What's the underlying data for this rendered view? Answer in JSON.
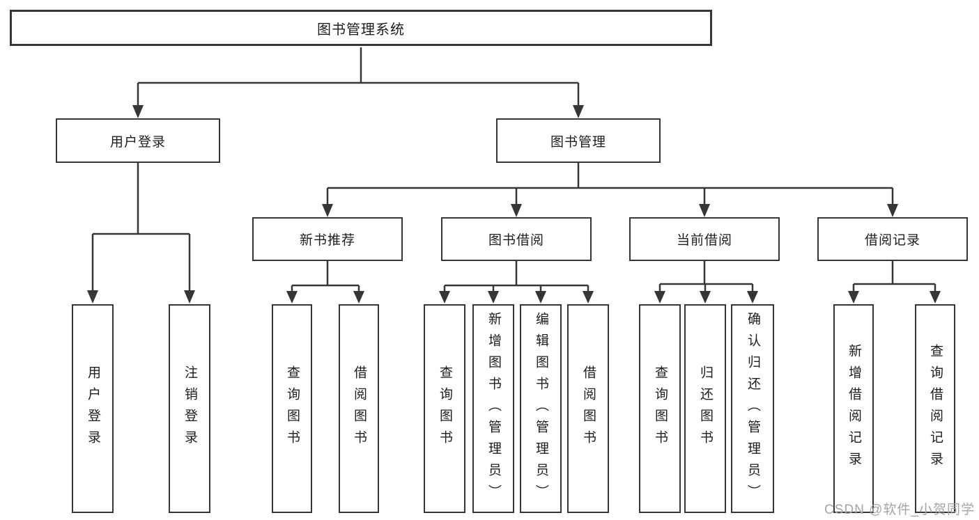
{
  "watermark": {
    "text": "CSDN @软件_小贺同学"
  },
  "colors": {
    "line": "#363636",
    "text": "#1d1d1f",
    "watermark": "#a5a5a5",
    "background": "#ffffff"
  },
  "tree": {
    "label": "图书管理系统",
    "children": [
      {
        "label": "用户登录",
        "children": [
          {
            "label": "用户登录"
          },
          {
            "label": "注销登录"
          }
        ]
      },
      {
        "label": "图书管理",
        "children": [
          {
            "label": "新书推荐",
            "children": [
              {
                "label": "查询图书"
              },
              {
                "label": "借阅图书"
              }
            ]
          },
          {
            "label": "图书借阅",
            "children": [
              {
                "label": "查询图书"
              },
              {
                "label": "新增图书（管理员）"
              },
              {
                "label": "编辑图书（管理员）"
              },
              {
                "label": "借阅图书"
              }
            ]
          },
          {
            "label": "当前借阅",
            "children": [
              {
                "label": "查询图书"
              },
              {
                "label": "归还图书"
              },
              {
                "label": "确认归还（管理员）"
              }
            ]
          },
          {
            "label": "借阅记录",
            "children": [
              {
                "label": "新增借阅记录"
              },
              {
                "label": "查询借阅记录"
              }
            ]
          }
        ]
      }
    ]
  }
}
